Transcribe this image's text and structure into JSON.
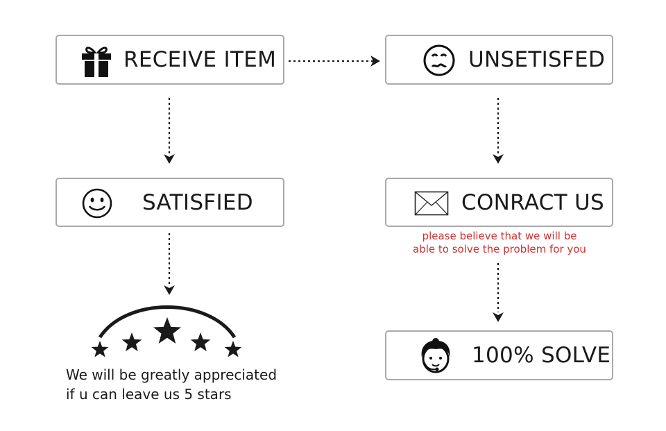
{
  "flow": {
    "receive_item": {
      "label": "RECEIVE ITEM",
      "icon": "gift-icon"
    },
    "unsatisfied": {
      "label": "UNSETISFED",
      "icon": "sad-face-icon"
    },
    "satisfied": {
      "label": "SATISFIED",
      "icon": "smiley-face-icon"
    },
    "contact_us": {
      "label": "CONRACT US",
      "icon": "envelope-icon",
      "note_line1": "please believe that we will be",
      "note_line2": "able to solve the problem for you"
    },
    "solve": {
      "label": "100% SOLVE",
      "icon": "support-agent-icon"
    }
  },
  "rating": {
    "star_count": 5,
    "caption_line1": "We will be greatly appreciated",
    "caption_line2": "if u can leave us 5 stars"
  },
  "colors": {
    "box_border": "#a9a9a9",
    "text": "#1a1a1a",
    "note": "#d03030",
    "arrow": "#1a1a1a"
  }
}
